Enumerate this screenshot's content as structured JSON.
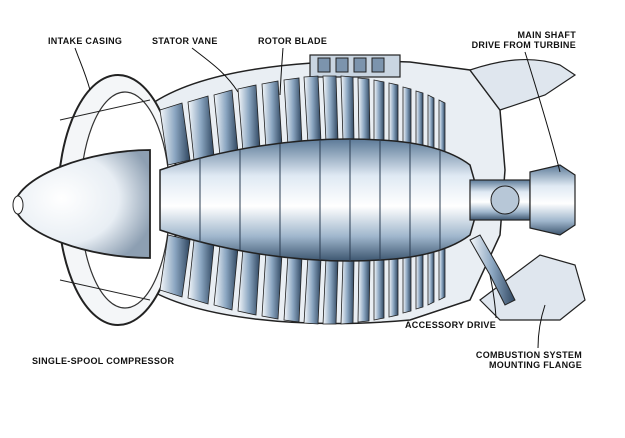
{
  "diagram": {
    "labels": {
      "intake_casing": "INTAKE CASING",
      "stator_vane": "STATOR VANE",
      "rotor_blade": "ROTOR BLADE",
      "main_shaft_line1": "MAIN SHAFT",
      "main_shaft_line2": "DRIVE FROM TURBINE",
      "accessory_drive": "ACCESSORY DRIVE",
      "combustion_line1": "COMBUSTION SYSTEM",
      "combustion_line2": "MOUNTING FLANGE",
      "caption": "SINGLE-SPOOL COMPRESSOR"
    }
  }
}
